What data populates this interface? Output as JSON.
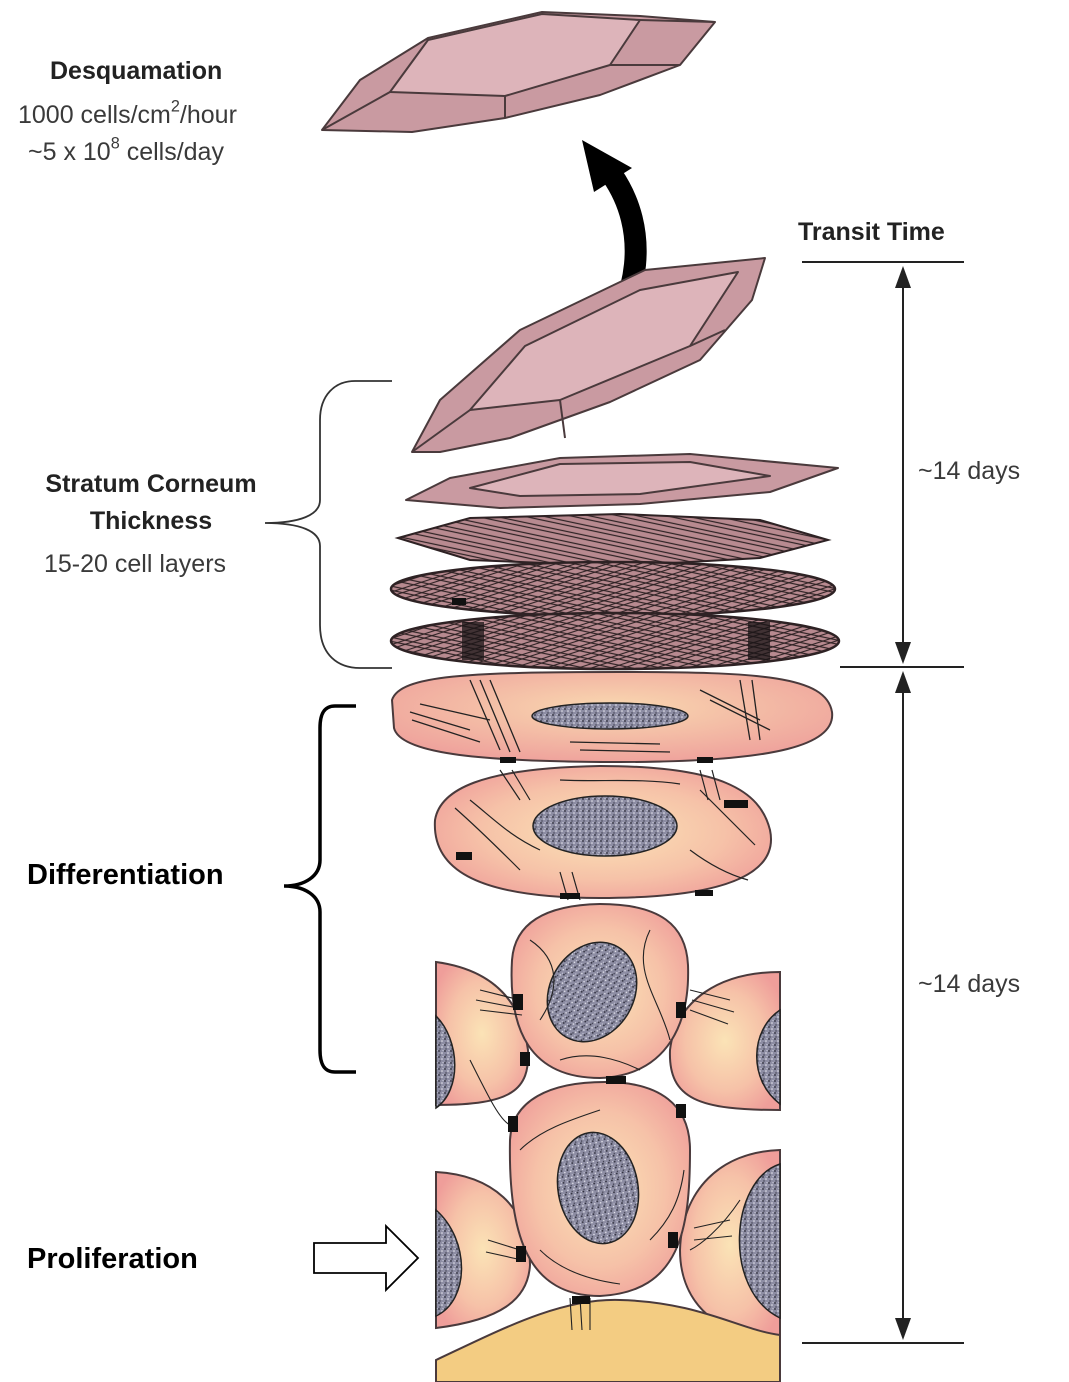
{
  "labels": {
    "desquamation_title": "Desquamation",
    "desquamation_rate_prefix": "1000 cells/cm",
    "desquamation_rate_exp": "2",
    "desquamation_rate_suffix": "/hour",
    "desquamation_daily_prefix": "~5 x 10",
    "desquamation_daily_exp": "8",
    "desquamation_daily_suffix": " cells/day",
    "transit_time_title": "Transit Time",
    "upper_days": "~14 days",
    "lower_days": "~14 days",
    "sc_title_line1": "Stratum Corneum",
    "sc_title_line2": "Thickness",
    "sc_layers": "15-20 cell layers",
    "differentiation": "Differentiation",
    "proliferation": "Proliferation"
  },
  "colors": {
    "corneocyte_fill": "#d4a5ac",
    "corneocyte_face": "#ddb4ba",
    "corneocyte_edge": "#4a3a3c",
    "keratinocyte_pink": "#f0a49c",
    "keratinocyte_center": "#fbe3b6",
    "nucleus": "#8e8ea3",
    "basement": "#f3cc82"
  }
}
